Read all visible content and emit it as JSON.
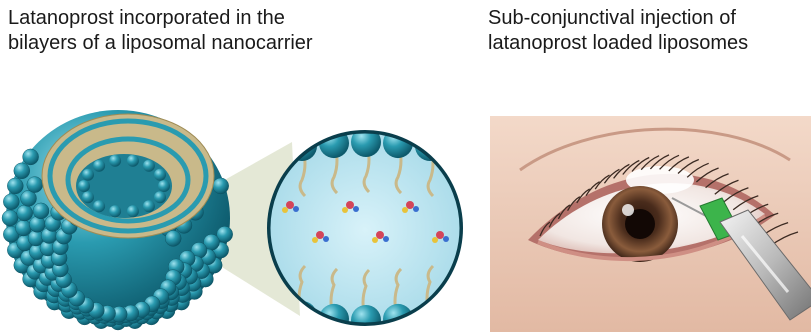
{
  "left_panel": {
    "caption_line1": "Latanoprost incorporated in the",
    "caption_line2": "bilayers of a liposomal nanocarrier"
  },
  "right_panel": {
    "caption_line1": "Sub-conjunctival injection of",
    "caption_line2": "latanoprost loaded liposomes"
  },
  "colors": {
    "lipid_head": "#2a9bb0",
    "lipid_tail": "#c9b98a",
    "inner_fluid": "#bfe6f2",
    "drug_molecule": "#d4455a",
    "iris": "#6b4733",
    "needle_hub": "#3cb44b",
    "skin": "#e9c7b4"
  },
  "icons": {
    "liposome": "liposome-cutaway-icon",
    "bilayer_zoom": "magnified-bilayer-icon",
    "eye": "eye-illustration-icon",
    "syringe": "syringe-icon"
  }
}
